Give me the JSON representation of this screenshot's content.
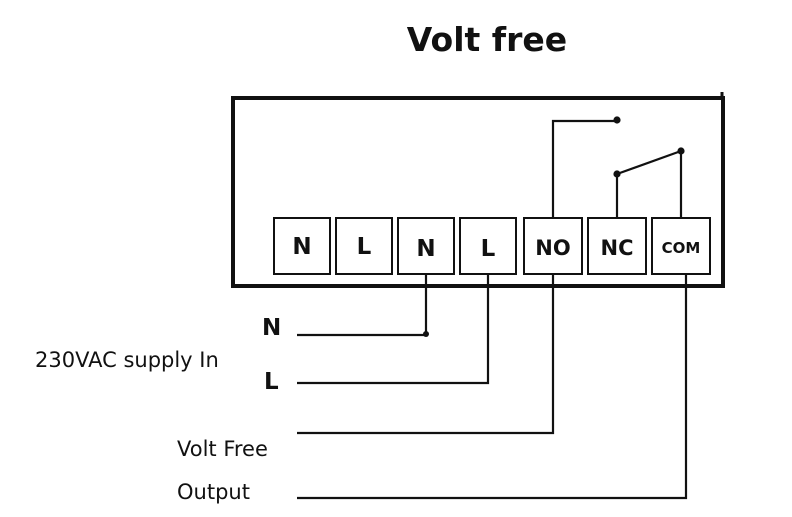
{
  "title": "Volt free",
  "terminals": [
    {
      "label": "N"
    },
    {
      "label": "L"
    },
    {
      "label": "N"
    },
    {
      "label": "L"
    },
    {
      "label": "NO"
    },
    {
      "label": "NC"
    },
    {
      "label": "COM"
    }
  ],
  "labels": {
    "supply_n": "N",
    "supply_l": "L",
    "supply_caption": "230VAC supply In",
    "output_line1": "Volt Free",
    "output_line2": "Output"
  }
}
